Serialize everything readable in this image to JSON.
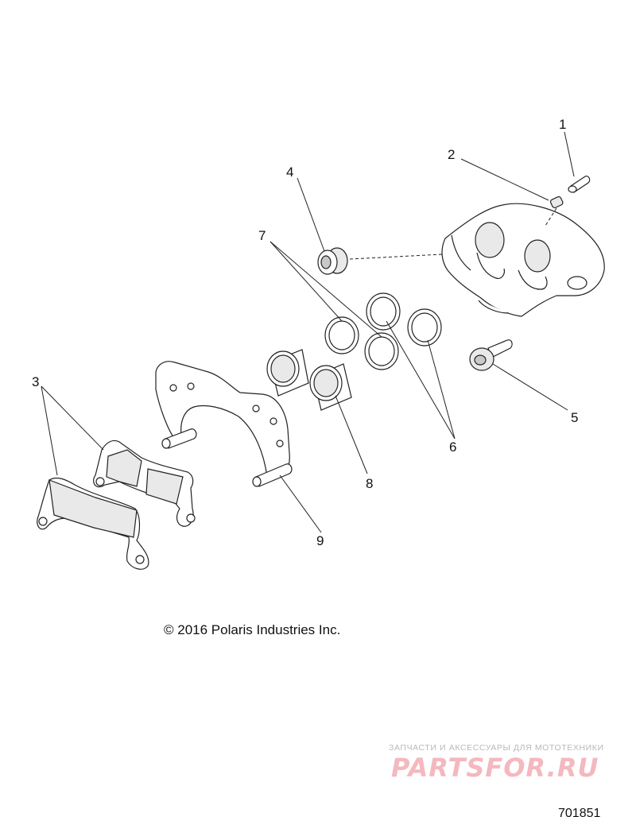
{
  "diagram": {
    "callouts": [
      "1",
      "2",
      "3",
      "4",
      "5",
      "6",
      "7",
      "8",
      "9"
    ],
    "parts": [
      {
        "callout": "1",
        "part": "bleeder-screw"
      },
      {
        "callout": "2",
        "part": "bleeder-cap"
      },
      {
        "callout": "3",
        "part": "brake-pads"
      },
      {
        "callout": "4",
        "part": "pin-boot"
      },
      {
        "callout": "5",
        "part": "slide-pin-bolt"
      },
      {
        "callout": "6",
        "part": "piston-seals"
      },
      {
        "callout": "7",
        "part": "dust-seals"
      },
      {
        "callout": "8",
        "part": "pistons"
      },
      {
        "callout": "9",
        "part": "caliper-bracket"
      }
    ]
  },
  "copyright": "© 2016 Polaris Industries Inc.",
  "watermark": {
    "tagline": "ЗАПЧАСТИ И АКСЕССУАРЫ ДЛЯ МОТОТЕХНИКИ",
    "brand": "PARTSFOR.RU",
    "color": "#f4b8bf"
  },
  "drawing_number": "701851"
}
